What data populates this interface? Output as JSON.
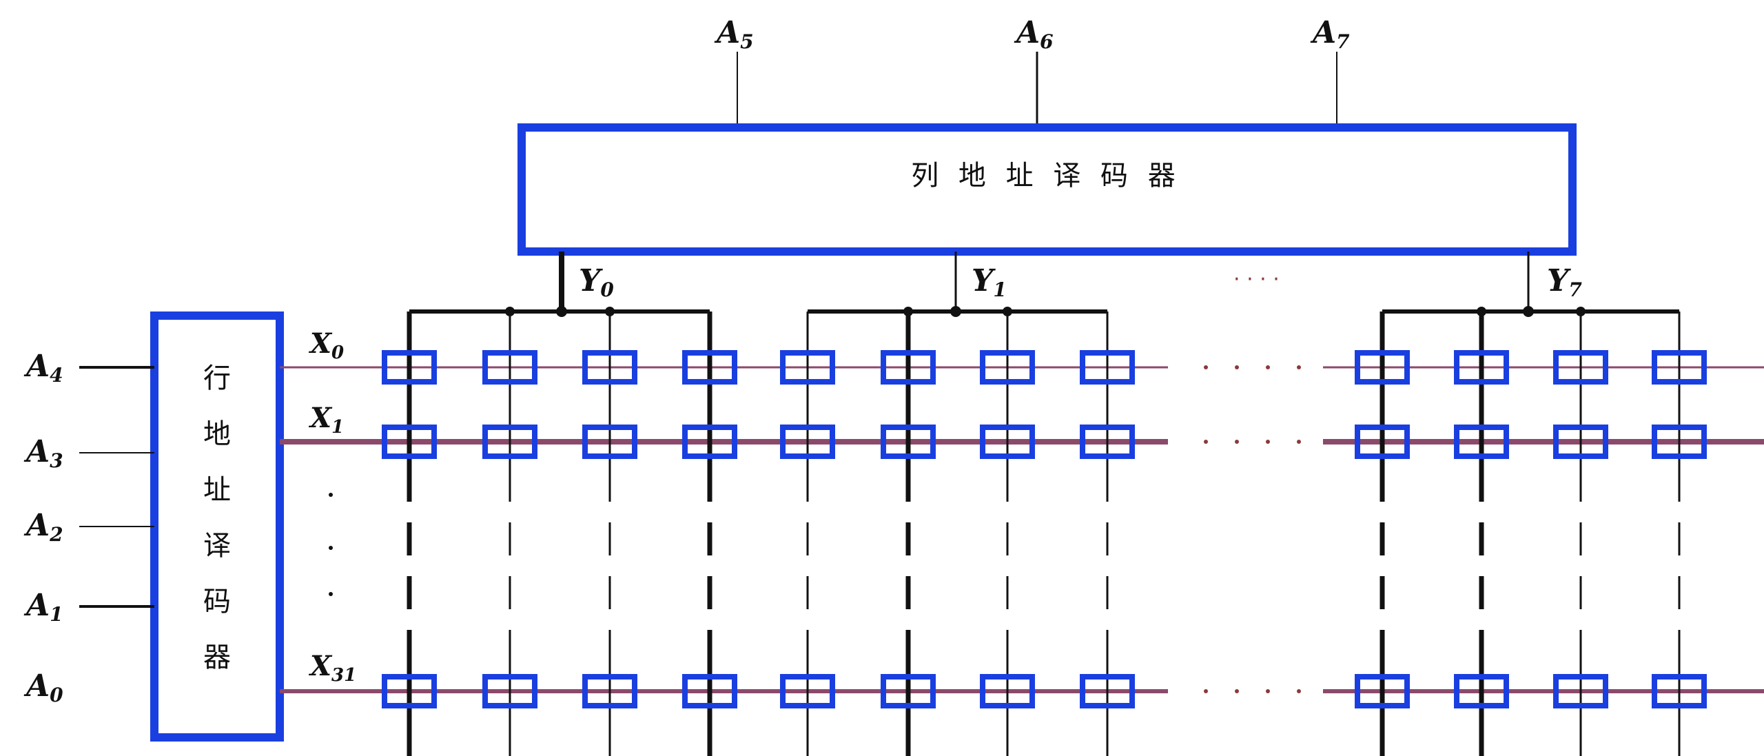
{
  "column_decoder": {
    "label": "列 地 址 译 码 器",
    "inputs": [
      {
        "base": "A",
        "sub": "5"
      },
      {
        "base": "A",
        "sub": "6"
      },
      {
        "base": "A",
        "sub": "7"
      }
    ],
    "outputs": [
      {
        "base": "Y",
        "sub": "0"
      },
      {
        "base": "Y",
        "sub": "1"
      },
      {
        "base": "Y",
        "sub": "7"
      }
    ]
  },
  "row_decoder": {
    "label_chars": [
      "行",
      "地",
      "址",
      "译",
      "码",
      "器"
    ],
    "inputs": [
      {
        "base": "A",
        "sub": "4"
      },
      {
        "base": "A",
        "sub": "3"
      },
      {
        "base": "A",
        "sub": "2"
      },
      {
        "base": "A",
        "sub": "1"
      },
      {
        "base": "A",
        "sub": "0"
      }
    ],
    "outputs": [
      {
        "base": "X",
        "sub": "0"
      },
      {
        "base": "X",
        "sub": "1"
      },
      {
        "base": "X",
        "sub": "31"
      }
    ]
  },
  "ellipsis": "· · · ·",
  "colors": {
    "box": "#1a3fe0",
    "row_line": "#8b4a6b",
    "wire": "#111111",
    "dots": "#8b3a3a"
  }
}
